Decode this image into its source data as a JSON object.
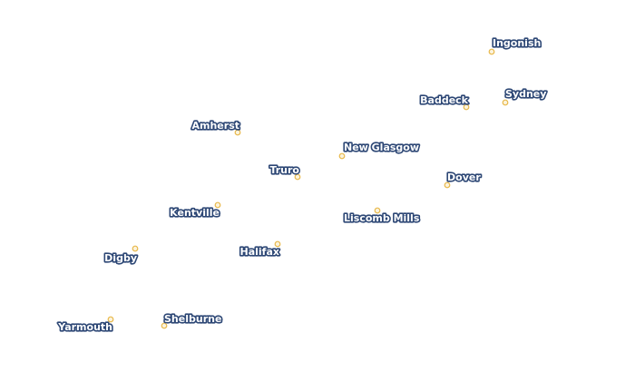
{
  "colors": {
    "background": "#ffffff",
    "label_fill": "#ffffff",
    "label_halo": "#2d4775",
    "dot_fill": "#fbf3dc",
    "dot_stroke": "#e8b84a"
  },
  "towns": [
    {
      "id": "ingonish",
      "name": "Ingonish"
    },
    {
      "id": "sydney",
      "name": "Sydney"
    },
    {
      "id": "baddeck",
      "name": "Baddeck"
    },
    {
      "id": "amherst",
      "name": "Amherst"
    },
    {
      "id": "new-glasgow",
      "name": "New Glasgow"
    },
    {
      "id": "truro",
      "name": "Truro"
    },
    {
      "id": "dover",
      "name": "Dover"
    },
    {
      "id": "kentville",
      "name": "Kentville"
    },
    {
      "id": "liscomb-mills",
      "name": "Liscomb Mills"
    },
    {
      "id": "halifax",
      "name": "Halifax"
    },
    {
      "id": "digby",
      "name": "Digby"
    },
    {
      "id": "shelburne",
      "name": "Shelburne"
    },
    {
      "id": "yarmouth",
      "name": "Yarmouth"
    }
  ]
}
